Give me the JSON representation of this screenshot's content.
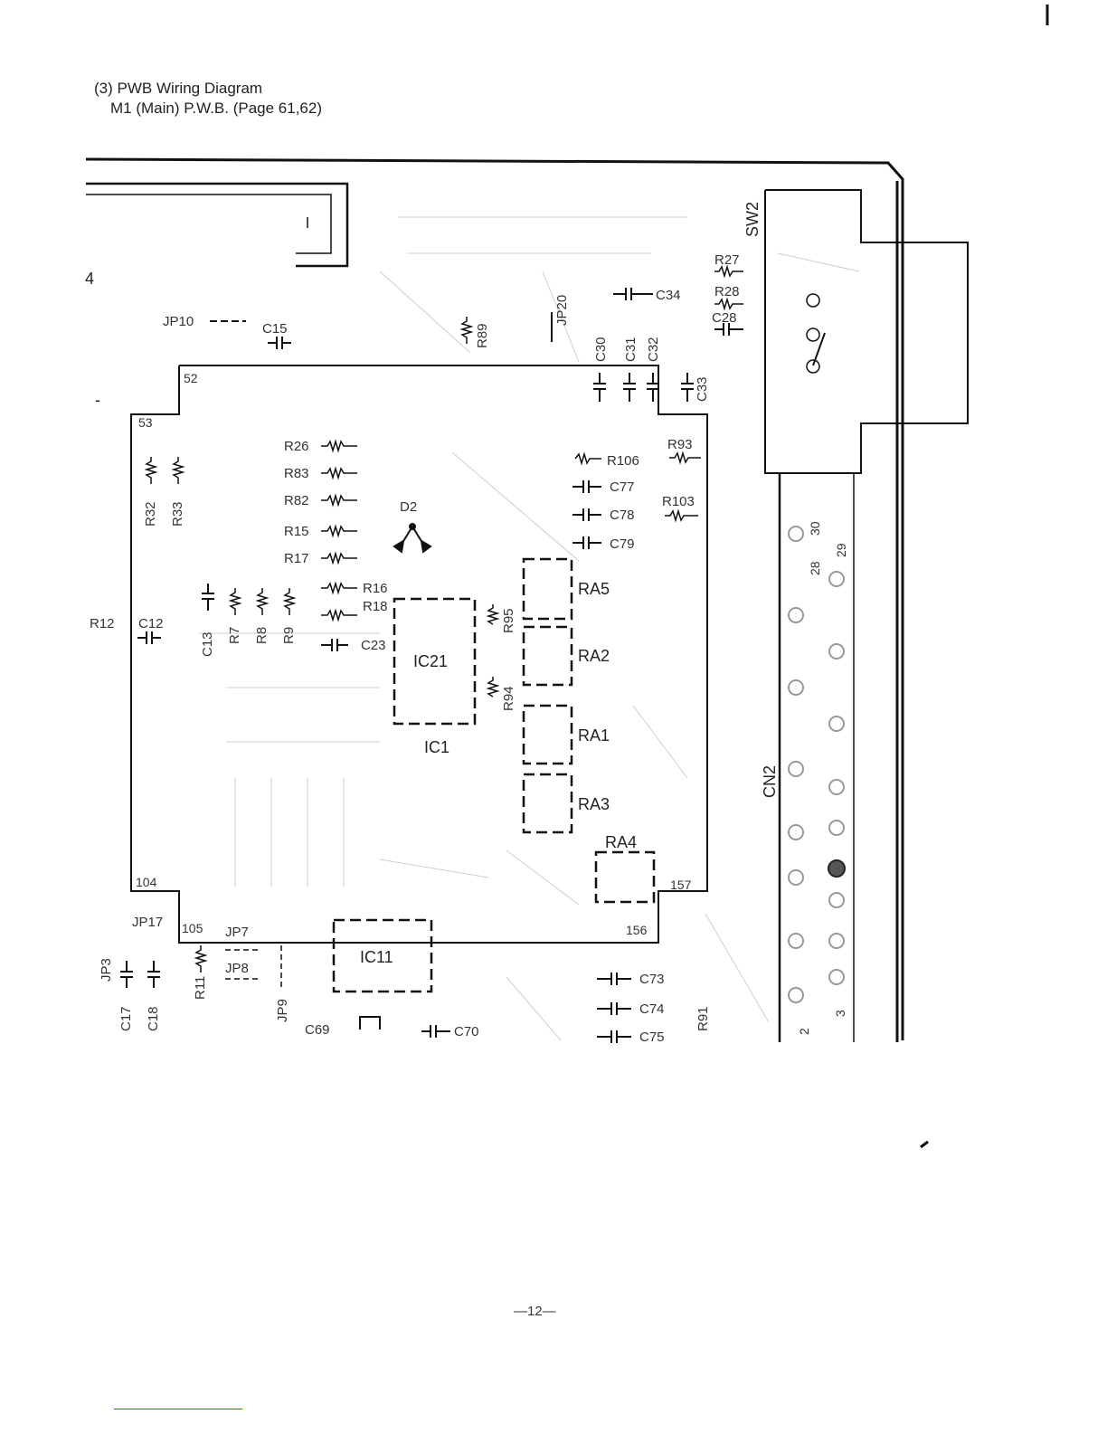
{
  "header": {
    "section_title": "(3) PWB Wiring Diagram",
    "board_title": "M1 (Main) P.W.B. (Page 61,62)"
  },
  "page_number": "—12—",
  "connector_label_4": "4",
  "pins": {
    "p52": "52",
    "p53": "53",
    "p104": "104",
    "p105": "105",
    "p156": "156",
    "p157": "157"
  },
  "ic_labels": {
    "ic21": "IC21",
    "ic1": "IC1",
    "ic11": "IC11"
  },
  "ra_labels": {
    "ra5": "RA5",
    "ra2": "RA2",
    "ra1": "RA1",
    "ra3": "RA3",
    "ra4": "RA4"
  },
  "switch_label": "SW2",
  "connector_cn2": "CN2",
  "cn2_pins": {
    "p30": "30",
    "p29": "29",
    "p28": "28",
    "p2": "2",
    "p3": "3"
  },
  "diode_label": "D2",
  "jumpers": {
    "jp10": "JP10",
    "jp20": "JP20",
    "jp17": "JP17",
    "jp7": "JP7",
    "jp8": "JP8",
    "jp9": "JP9",
    "jp3": "JP3"
  },
  "resistors": {
    "r26": "R26",
    "r83": "R83",
    "r82": "R82",
    "r15": "R15",
    "r17": "R17",
    "r16": "R16",
    "r18": "R18",
    "r32": "R32",
    "r33": "R33",
    "r7": "R7",
    "r8": "R8",
    "r9": "R9",
    "r12": "R12",
    "r89": "R89",
    "r95": "R95",
    "r94": "R94",
    "r106": "R106",
    "r93": "R93",
    "r103": "R103",
    "r27": "R27",
    "r28": "R28",
    "r11": "R11",
    "r91": "R91"
  },
  "capacitors": {
    "c15": "C15",
    "c34": "C34",
    "c28": "C28",
    "c30": "C30",
    "c31": "C31",
    "c32": "C32",
    "c33": "C33",
    "c77": "C77",
    "c78": "C78",
    "c79": "C79",
    "c23": "C23",
    "c12": "C12",
    "c13": "C13",
    "c17": "C17",
    "c18": "C18",
    "c69": "C69",
    "c70": "C70",
    "c73": "C73",
    "c74": "C74",
    "c75": "C75"
  }
}
